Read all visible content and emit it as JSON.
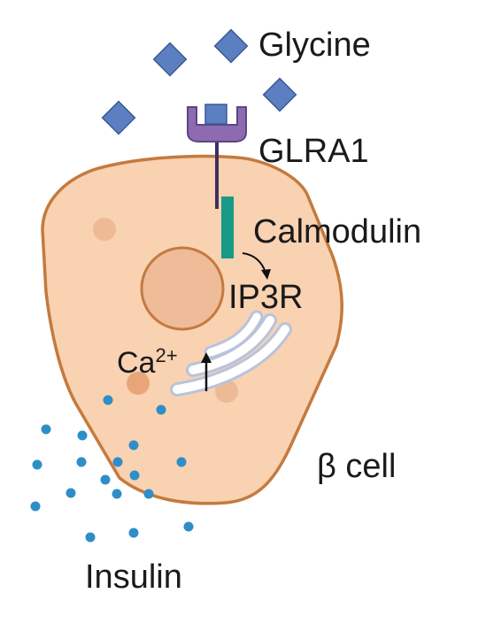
{
  "labels": {
    "glycine": "Glycine",
    "receptor": "GLRA1",
    "calmodulin": "Calmodulin",
    "ip3r": "IP3R",
    "calcium_base": "Ca",
    "calcium_charge": "2+",
    "cell": "β cell",
    "insulin": "Insulin"
  },
  "colors": {
    "cell_fill": "#f9d2b2",
    "cell_outline": "#c47a3e",
    "nucleus_fill": "#eebc99",
    "organelle_fill": "#edba95",
    "glycine_fill": "#5b7fc1",
    "glycine_outline": "#3b5a96",
    "receptor_fill": "#8e6bb0",
    "receptor_stem": "#3d3060",
    "calmodulin_fill": "#189a88",
    "er_fill": "#ffffff",
    "er_outline": "#b9c3da",
    "insulin_fill": "#2f8ec7",
    "text": "#1a1a1a"
  },
  "icons": {
    "glycine": "diamond",
    "insulin": "dot",
    "receptor": "u-shaped-channel",
    "calmodulin": "bar",
    "er": "endoplasmic-reticulum-arcs",
    "arrow": "arrow"
  }
}
